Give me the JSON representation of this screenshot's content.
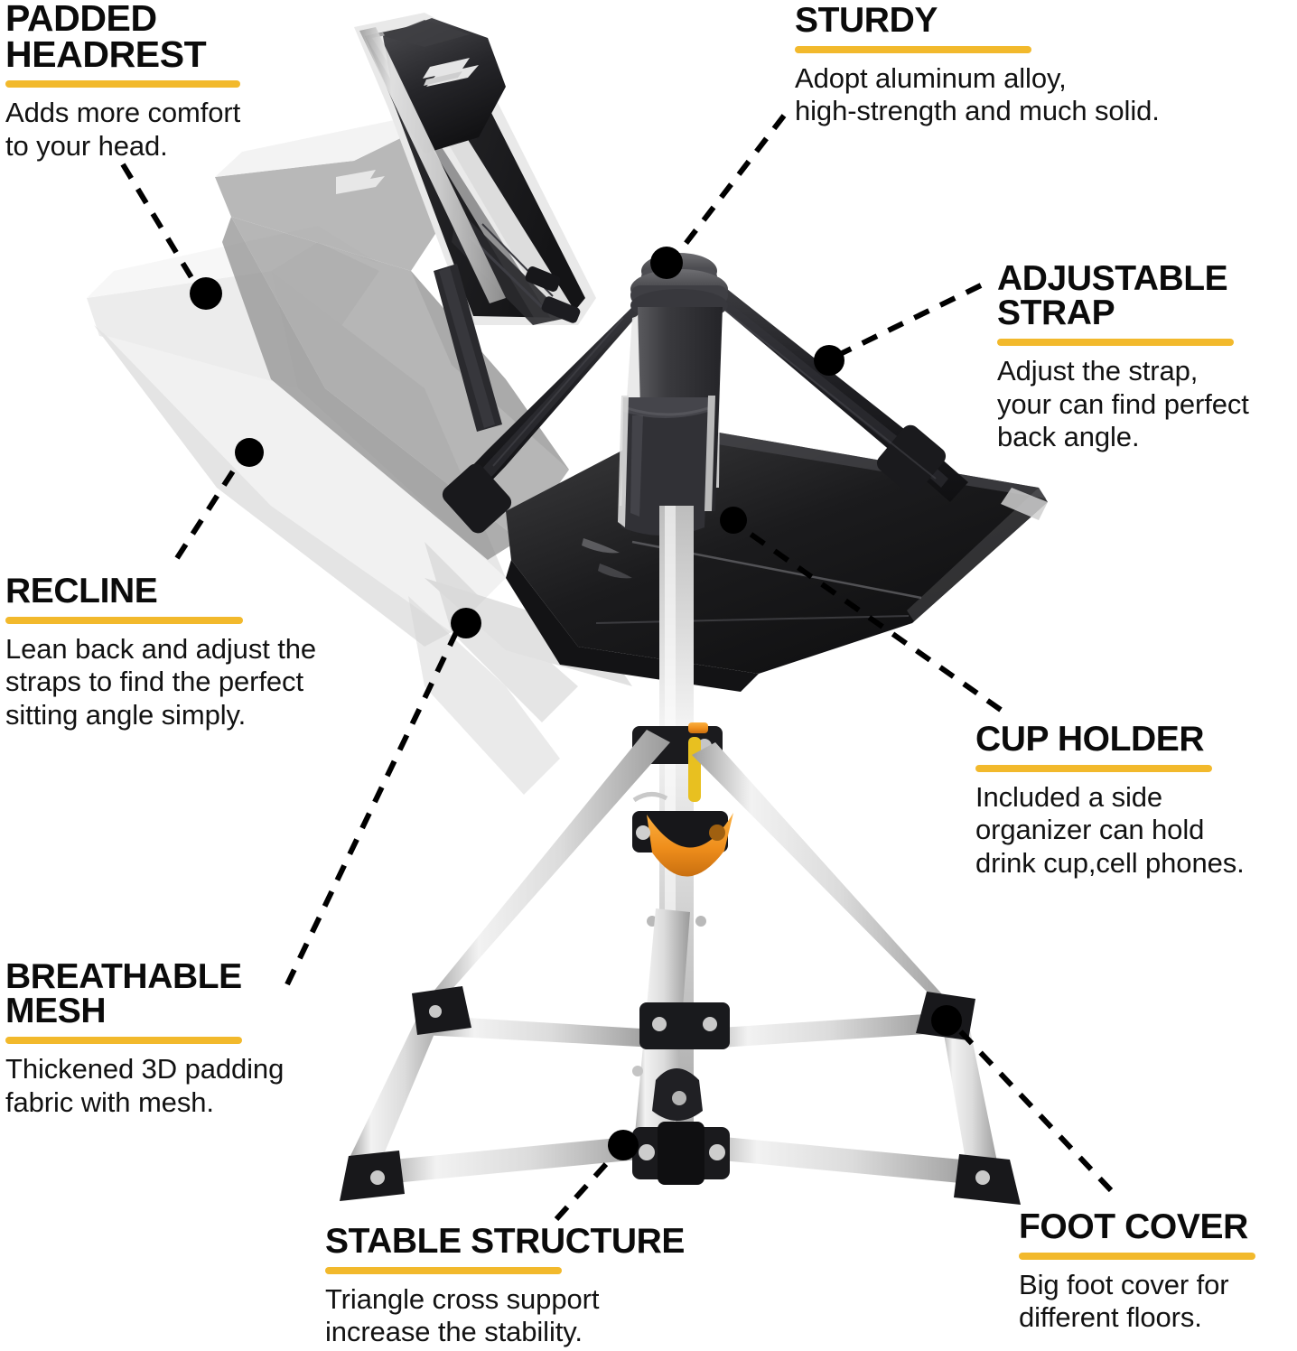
{
  "product": {
    "name": "Folding swivel camping chair",
    "brand_mark": "logo-mark",
    "colors": {
      "accent": "#F2B92C",
      "fabric_dark": "#1d1d1f",
      "fabric_mid": "#2c2c2e",
      "frame_silver": "#d9d9d9",
      "clamp_orange": "#F0941E",
      "ghost_grey": "#b9b9b9",
      "text_black": "#0b0b0b"
    }
  },
  "callouts": [
    {
      "id": "padded-headrest",
      "title": "PADDED\nHEADREST",
      "body": "Adds more comfort\nto your head."
    },
    {
      "id": "recline",
      "title": "RECLINE",
      "body": "Lean back and adjust the\nstraps to find the perfect\nsitting angle simply."
    },
    {
      "id": "breathable-mesh",
      "title": "BREATHABLE\nMESH",
      "body": "Thickened 3D padding\nfabric with mesh."
    },
    {
      "id": "sturdy",
      "title": "STURDY",
      "body": "Adopt  aluminum alloy,\nhigh-strength and much solid."
    },
    {
      "id": "adjustable-strap",
      "title": "ADJUSTABLE\nSTRAP",
      "body": "Adjust the strap,\nyour can find perfect\nback angle."
    },
    {
      "id": "cup-holder",
      "title": "CUP HOLDER",
      "body": "Included a side\norganizer can hold\ndrink cup,cell phones."
    },
    {
      "id": "stable-structure",
      "title": "STABLE STRUCTURE",
      "body": "Triangle cross support\nincrease the stability."
    },
    {
      "id": "foot-cover",
      "title": "FOOT COVER",
      "body": "Big foot cover for\ndifferent floors."
    }
  ]
}
